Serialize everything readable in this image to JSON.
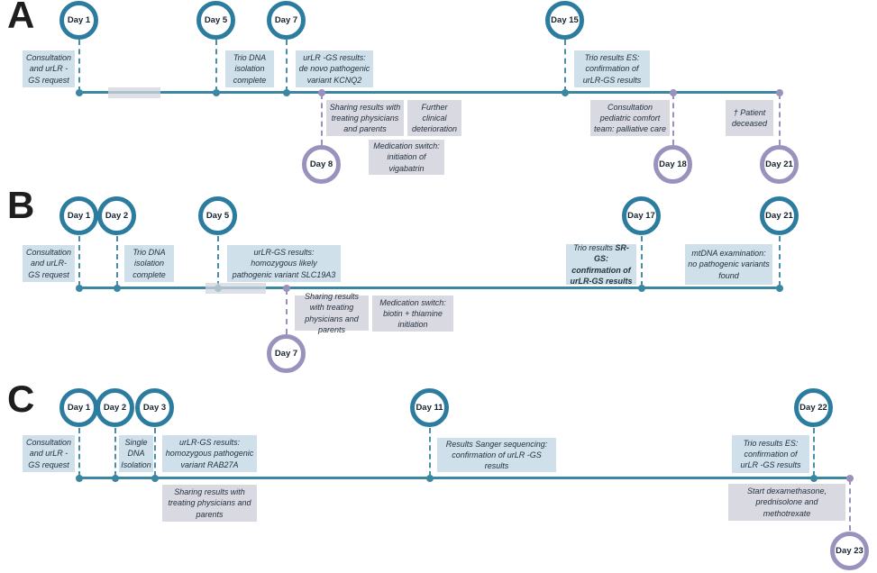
{
  "colors": {
    "teal": "#2b7c9e",
    "purple": "#9a92bd",
    "timeline": "#3b87a3",
    "event_above_bg": "#cfe0ea",
    "event_below_bg": "#d9d9e2",
    "text": "#24323f"
  },
  "panelA": {
    "label": "A",
    "days": {
      "d1": "Day 1",
      "d5": "Day 5",
      "d7": "Day 7",
      "d15": "Day 15",
      "d8": "Day 8",
      "d18": "Day 18",
      "d21": "Day 21"
    },
    "events": {
      "consult": "Consultation and urLR -GS request",
      "trio_dna": "Trio DNA isolation complete",
      "urlr_results": "urLR -GS results: de novo pathogenic variant KCNQ2",
      "trio_es": "Trio results ES: confirmation of urLR-GS results",
      "share": "Sharing results with treating physicians and parents",
      "deterioration": "Further clinical deterioration",
      "med_switch": "Medication switch: initiation of vigabatrin",
      "palliative": "Consultation pediatric comfort team: palliative care",
      "deceased": "† Patient deceased"
    }
  },
  "panelB": {
    "label": "B",
    "days": {
      "d1": "Day 1",
      "d2": "Day 2",
      "d5": "Day 5",
      "d17": "Day 17",
      "d21": "Day 21",
      "d7": "Day 7"
    },
    "events": {
      "consult": "Consultation and urLR-GS request",
      "trio_dna": "Trio DNA isolation complete",
      "urlr_results": "urLR-GS results: homozygous likely pathogenic variant SLC19A3",
      "share": "Sharing results with treating physicians and parents",
      "med_switch": "Medication switch: biotin + thiamine initiation",
      "trio_sr_normal": "Trio results",
      "trio_sr_bold": "SR-GS: confirmation of urLR-GS results",
      "mtdna": "mtDNA examination: no pathogenic variants found"
    }
  },
  "panelC": {
    "label": "C",
    "days": {
      "d1": "Day 1",
      "d2": "Day 2",
      "d3": "Day 3",
      "d11": "Day 11",
      "d22": "Day 22",
      "d23": "Day 23"
    },
    "events": {
      "consult": "Consultation and urLR -GS request",
      "single_dna": "Single DNA Isolation",
      "urlr_results": "urLR-GS results: homozygous pathogenic variant RAB27A",
      "share": "Sharing results with treating physicians and parents",
      "sanger": "Results Sanger sequencing: confirmation of urLR -GS results",
      "trio_es": "Trio results ES: confirmation of urLR -GS results",
      "start_meds": "Start dexamethasone, prednisolone and methotrexate"
    }
  }
}
